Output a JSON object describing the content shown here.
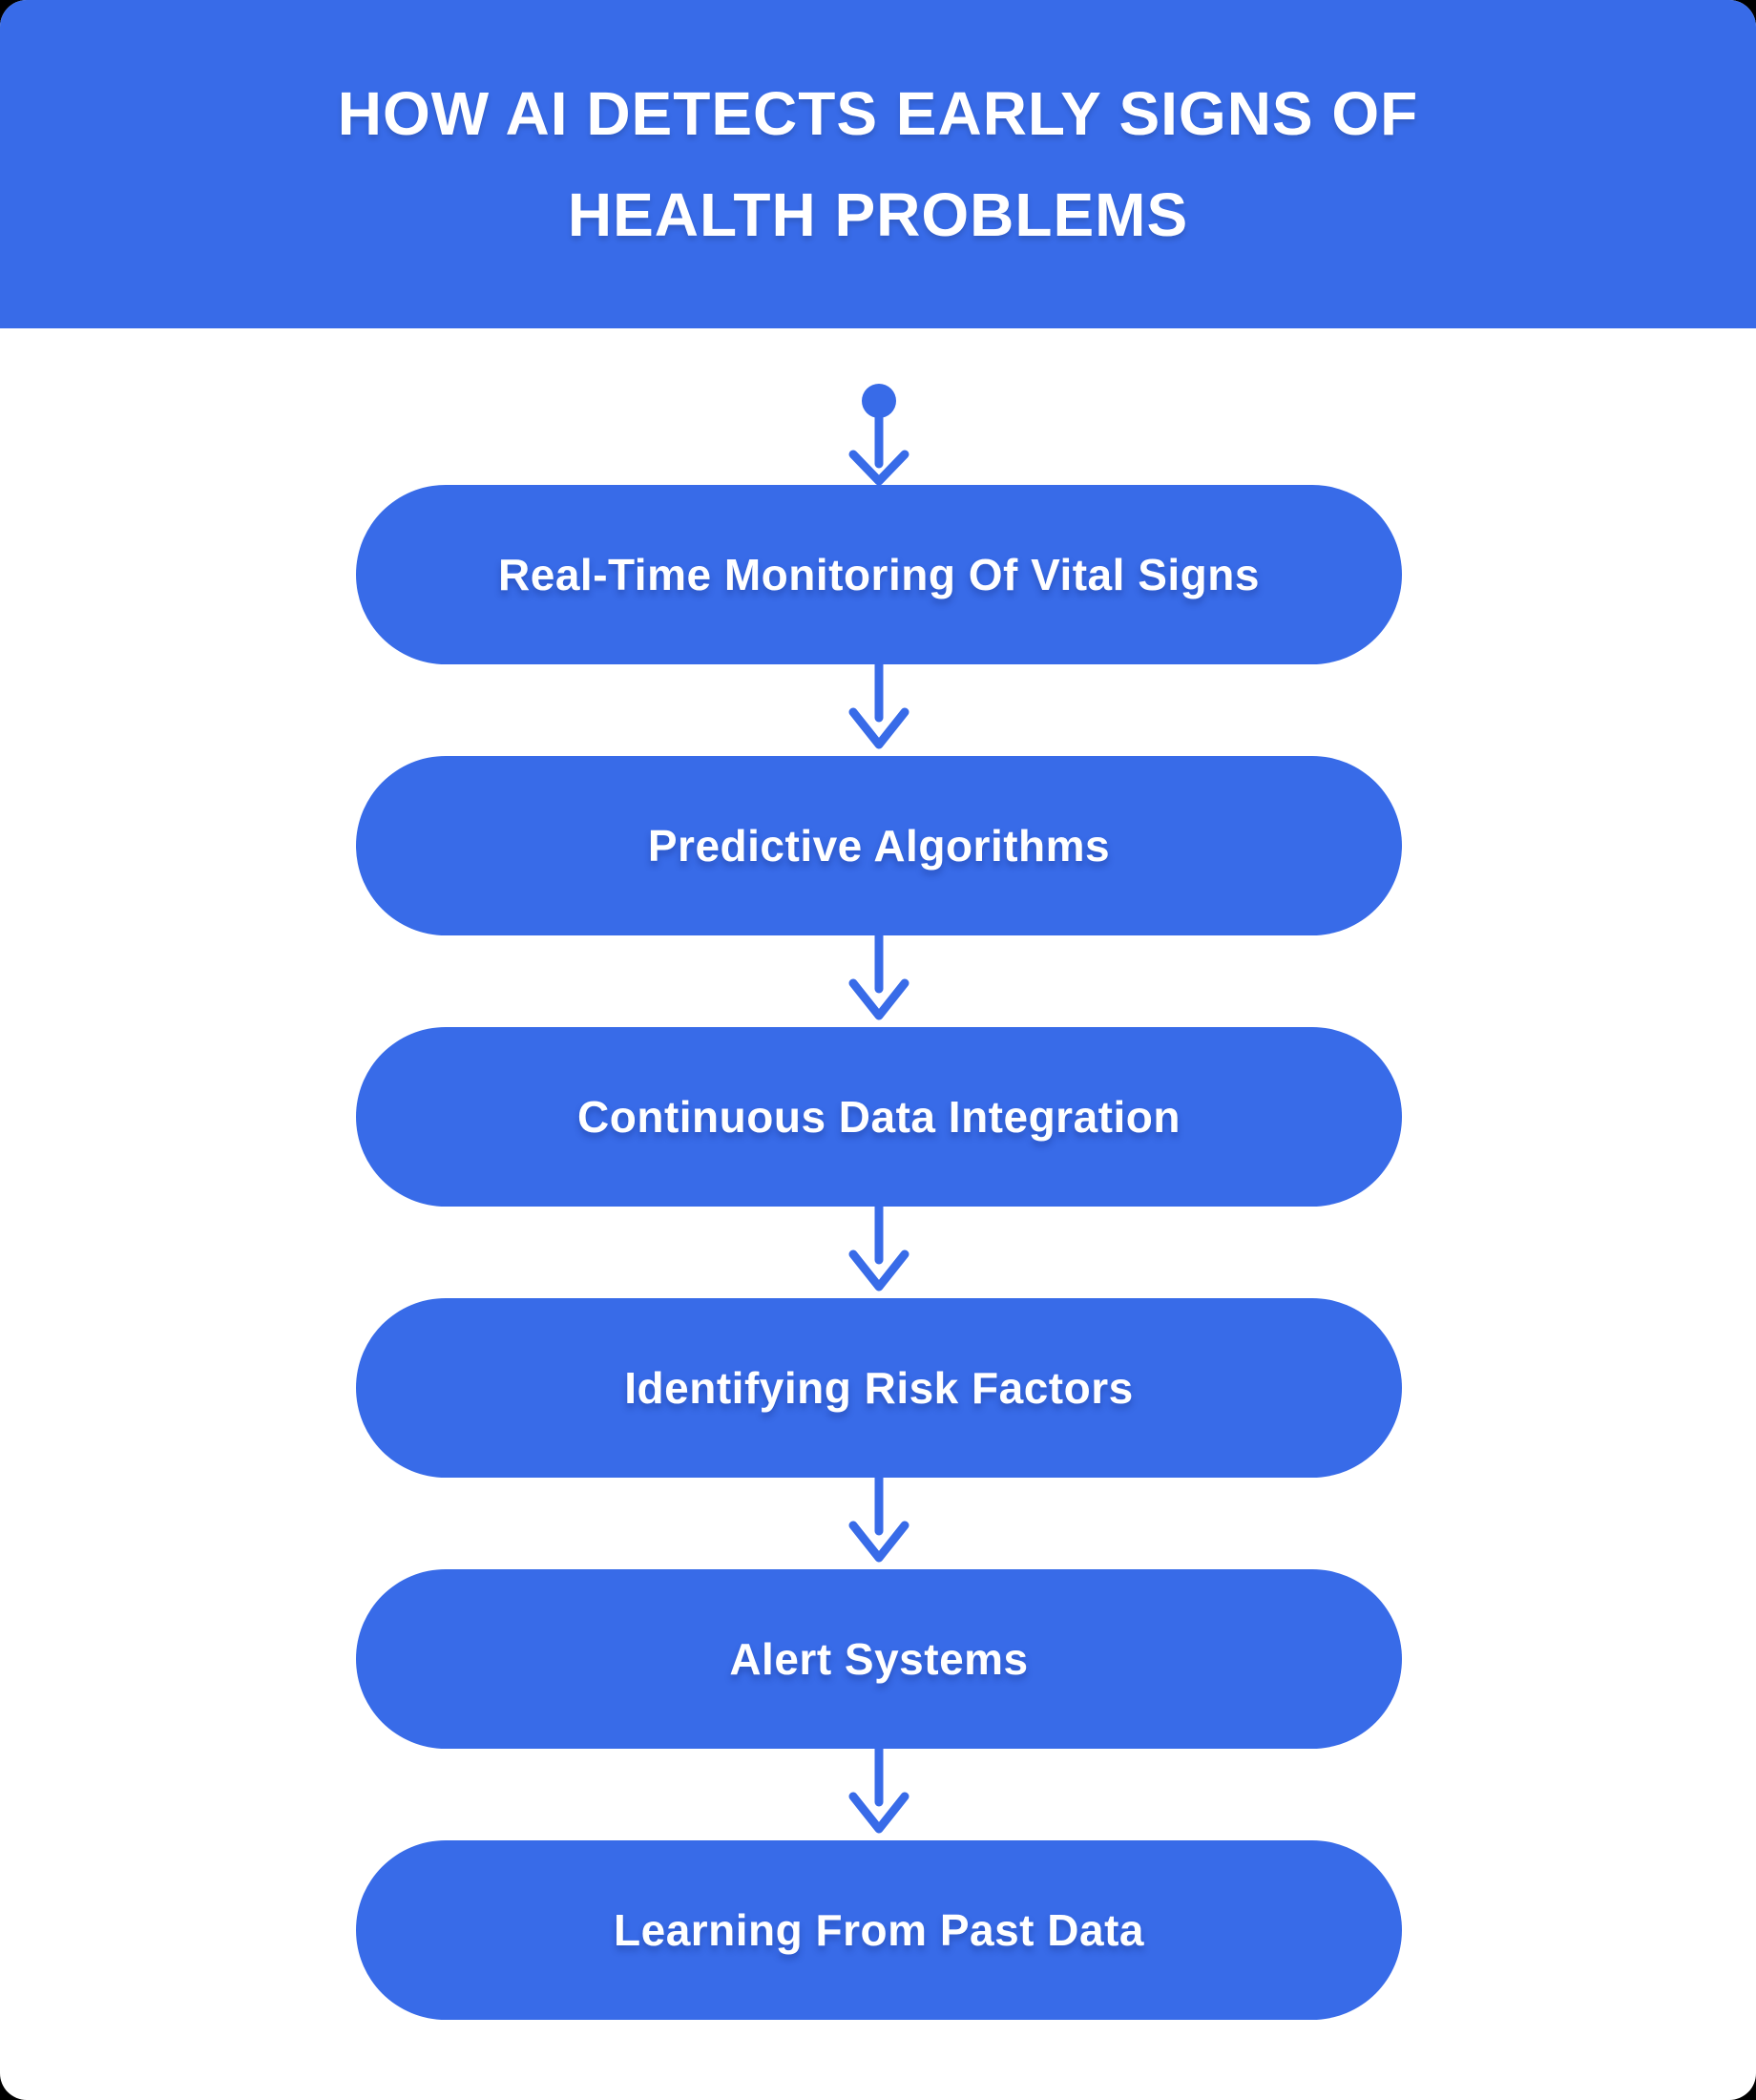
{
  "colors": {
    "accent_blue": "#386BE8",
    "card_background": "#FFFFFF",
    "page_background": "#000000",
    "text_on_blue": "#FFFFFF"
  },
  "header": {
    "title_line1": "HOW AI DETECTS EARLY SIGNS OF",
    "title_line2": "HEALTH PROBLEMS"
  },
  "flow": {
    "steps": [
      {
        "label": "Real-Time Monitoring Of Vital Signs"
      },
      {
        "label": "Predictive Algorithms"
      },
      {
        "label": "Continuous Data Integration"
      },
      {
        "label": "Identifying Risk Factors"
      },
      {
        "label": "Alert Systems"
      },
      {
        "label": "Learning From Past Data"
      }
    ]
  }
}
